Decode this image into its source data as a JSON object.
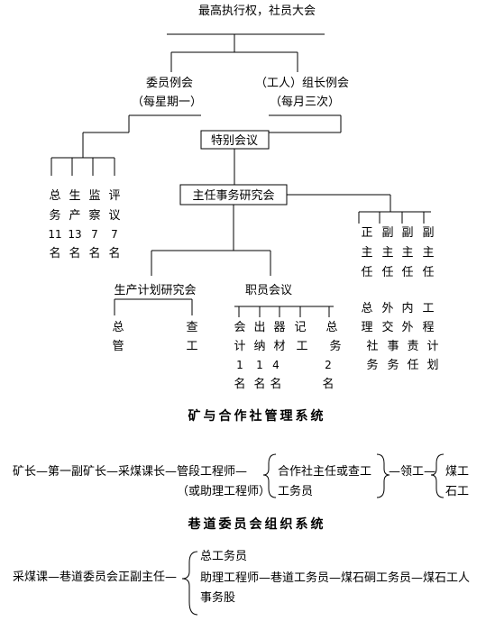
{
  "top_title": "最高执行权，社员大会",
  "committee": {
    "line1": "委员例会",
    "line2": "（每星期一）"
  },
  "leader_meeting": {
    "line1": "（工人）组长例会",
    "line2": "（每月三次）"
  },
  "special_meeting": "特别会议",
  "director_meeting": "主任事务研究会",
  "left_group": [
    {
      "chars": [
        "总",
        "务"
      ],
      "count": "11",
      "unit": "名"
    },
    {
      "chars": [
        "生",
        "产"
      ],
      "count": "13",
      "unit": "名"
    },
    {
      "chars": [
        "监",
        "察"
      ],
      "count": "7",
      "unit": "名"
    },
    {
      "chars": [
        "评",
        "议"
      ],
      "count": "7",
      "unit": "名"
    }
  ],
  "right_group": [
    {
      "chars": [
        "正",
        "主",
        "任"
      ],
      "duty": [
        "总",
        "理",
        "务"
      ]
    },
    {
      "chars": [
        "副",
        "主",
        "任"
      ],
      "duty": [
        "外",
        "交",
        "务"
      ]
    },
    {
      "chars": [
        "副",
        "主",
        "任"
      ],
      "duty": [
        "内",
        "外",
        "任"
      ]
    },
    {
      "chars": [
        "副",
        "主",
        "任"
      ],
      "duty": [
        "工",
        "程",
        "计",
        "划"
      ]
    }
  ],
  "right_group_row4": [
    "社",
    "事",
    "责"
  ],
  "production_meeting": "生产计划研究会",
  "production_items": [
    {
      "chars": [
        "总",
        "管"
      ]
    },
    {
      "chars": [
        "查",
        "工"
      ]
    }
  ],
  "staff_meeting": "职员会议",
  "staff_items": [
    {
      "chars": [
        "会",
        "计"
      ],
      "count": "1",
      "unit": "名"
    },
    {
      "chars": [
        "出",
        "纳"
      ],
      "count": "1",
      "unit": "名"
    },
    {
      "chars": [
        "器",
        "材"
      ],
      "count": "4",
      "unit": "名"
    },
    {
      "chars": [
        "记",
        "工"
      ],
      "count": "",
      "unit": ""
    },
    {
      "chars": [
        "总",
        "务"
      ],
      "count": "2",
      "unit": "名"
    }
  ],
  "section1_title": "矿与合作社管理系统",
  "section1": {
    "chain": "矿长—第一副矿长—采煤课长—管段工程师—",
    "chain_sub": "（或助理工程师）",
    "group1": [
      "合作社主任或查工",
      "工务员"
    ],
    "link": "—领工—",
    "group2": [
      "煤工",
      "石工"
    ]
  },
  "section2_title": "巷道委员会组织系统",
  "section2": {
    "chain": "采煤课—巷道委员会正副主任—",
    "lines": [
      "总工务员",
      "助理工程师—巷道工务员—煤石硐工务员—煤石工人",
      "事务股"
    ]
  }
}
